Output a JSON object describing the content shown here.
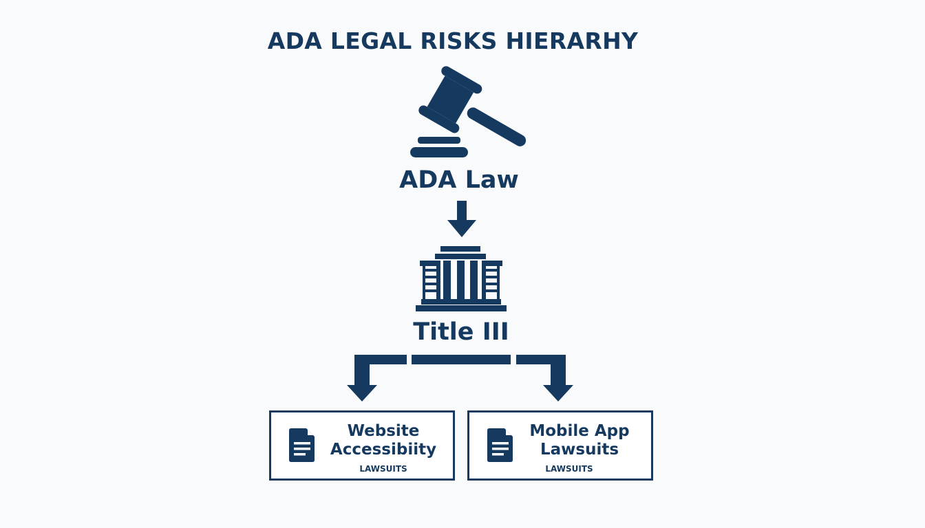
{
  "diagram": {
    "title": "ADA LEGAL RISKS HIERARHY",
    "colors": {
      "primary": "#163a5f",
      "background": "#f9fafb",
      "box_fill": "#ffffff"
    },
    "nodes": {
      "root": {
        "label": "ADA Law",
        "icon": "gavel-icon"
      },
      "middle": {
        "label": "Title III",
        "icon": "courthouse-icon"
      },
      "leaves": [
        {
          "title_line1": "Website",
          "title_line2": "Accessibiity",
          "subtitle": "LAWSUITS",
          "icon": "document-icon"
        },
        {
          "title_line1": "Mobile App",
          "title_line2": "Lawsuits",
          "subtitle": "LAWSUITS",
          "icon": "document-icon"
        }
      ]
    },
    "edges": [
      {
        "from": "ADA Law",
        "to": "Title III"
      },
      {
        "from": "Title III",
        "to": "Website Accessibiity"
      },
      {
        "from": "Title III",
        "to": "Mobile App Lawsuits"
      }
    ]
  }
}
